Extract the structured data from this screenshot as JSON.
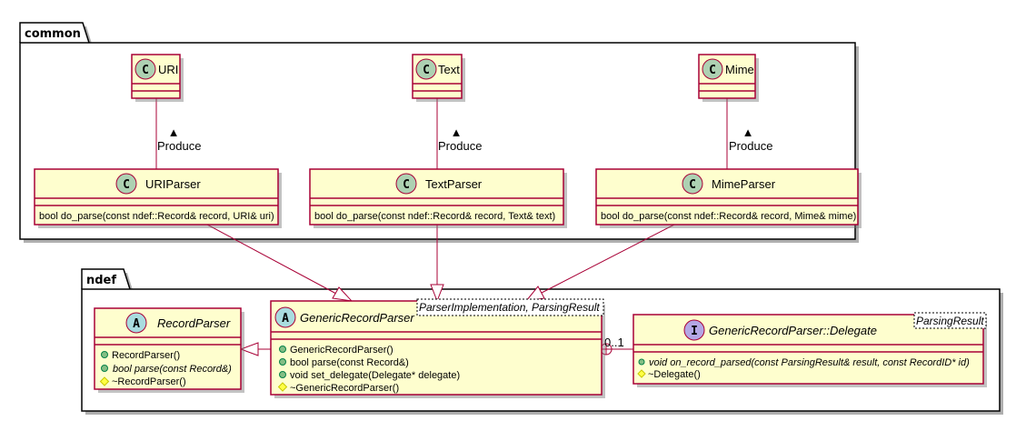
{
  "diagram": {
    "type": "uml-class-diagram",
    "colors": {
      "class_fill": "#FEFECE",
      "class_border": "#A80036",
      "edge": "#A80036",
      "class_icon": "#ADD1B2",
      "abstract_icon": "#A9DCDF",
      "interface_icon": "#B4A7E5",
      "public_marker": "#84BE84",
      "protected_marker": "#FFFF44"
    },
    "packages": [
      {
        "id": "common",
        "label": "common"
      },
      {
        "id": "ndef",
        "label": "ndef"
      }
    ],
    "classes": {
      "uri": {
        "name": "URI",
        "stereotype": "C",
        "kind": "class",
        "package": "common",
        "members": []
      },
      "text": {
        "name": "Text",
        "stereotype": "C",
        "kind": "class",
        "package": "common",
        "members": []
      },
      "mime": {
        "name": "Mime",
        "stereotype": "C",
        "kind": "class",
        "package": "common",
        "members": []
      },
      "uri_parser": {
        "name": "URIParser",
        "stereotype": "C",
        "kind": "class",
        "package": "common",
        "members": [
          {
            "visibility": "none",
            "text": "bool do_parse(const ndef::Record& record, URI& uri)"
          }
        ]
      },
      "text_parser": {
        "name": "TextParser",
        "stereotype": "C",
        "kind": "class",
        "package": "common",
        "members": [
          {
            "visibility": "none",
            "text": "bool do_parse(const ndef::Record& record, Text& text)"
          }
        ]
      },
      "mime_parser": {
        "name": "MimeParser",
        "stereotype": "C",
        "kind": "class",
        "package": "common",
        "members": [
          {
            "visibility": "none",
            "text": "bool do_parse(const ndef::Record& record, Mime& mime)"
          }
        ]
      },
      "record_parser": {
        "name": "RecordParser",
        "stereotype": "A",
        "kind": "abstract",
        "package": "ndef",
        "members": [
          {
            "visibility": "public",
            "text": "RecordParser()",
            "italic": false
          },
          {
            "visibility": "public",
            "text": "bool parse(const Record&)",
            "italic": true
          },
          {
            "visibility": "protected",
            "text": "~RecordParser()",
            "italic": false
          }
        ]
      },
      "generic_record_parser": {
        "name": "GenericRecordParser",
        "stereotype": "A",
        "kind": "abstract",
        "package": "ndef",
        "template": "ParserImplementation, ParsingResult",
        "members": [
          {
            "visibility": "public",
            "text": "GenericRecordParser()",
            "italic": false
          },
          {
            "visibility": "public",
            "text": "bool parse(const Record&)",
            "italic": false
          },
          {
            "visibility": "public",
            "text": "void set_delegate(Delegate* delegate)",
            "italic": false
          },
          {
            "visibility": "protected",
            "text": "~GenericRecordParser()",
            "italic": false
          }
        ]
      },
      "delegate": {
        "name": "GenericRecordParser::Delegate",
        "stereotype": "I",
        "kind": "interface",
        "package": "ndef",
        "template": "ParsingResult",
        "members": [
          {
            "visibility": "public",
            "text": "void on_record_parsed(const ParsingResult& result, const RecordID* id)",
            "italic": true
          },
          {
            "visibility": "protected",
            "text": "~Delegate()",
            "italic": false
          }
        ]
      }
    },
    "relations": [
      {
        "from": "uri_parser",
        "to": "uri",
        "type": "association",
        "label": "Produce",
        "direction_marker": "▲"
      },
      {
        "from": "text_parser",
        "to": "text",
        "type": "association",
        "label": "Produce",
        "direction_marker": "▲"
      },
      {
        "from": "mime_parser",
        "to": "mime",
        "type": "association",
        "label": "Produce",
        "direction_marker": "▲"
      },
      {
        "from": "uri_parser",
        "to": "generic_record_parser",
        "type": "generalization"
      },
      {
        "from": "text_parser",
        "to": "generic_record_parser",
        "type": "generalization"
      },
      {
        "from": "mime_parser",
        "to": "generic_record_parser",
        "type": "generalization"
      },
      {
        "from": "generic_record_parser",
        "to": "record_parser",
        "type": "generalization"
      },
      {
        "from": "generic_record_parser",
        "to": "delegate",
        "type": "nested",
        "multiplicity": "0..1"
      }
    ]
  }
}
